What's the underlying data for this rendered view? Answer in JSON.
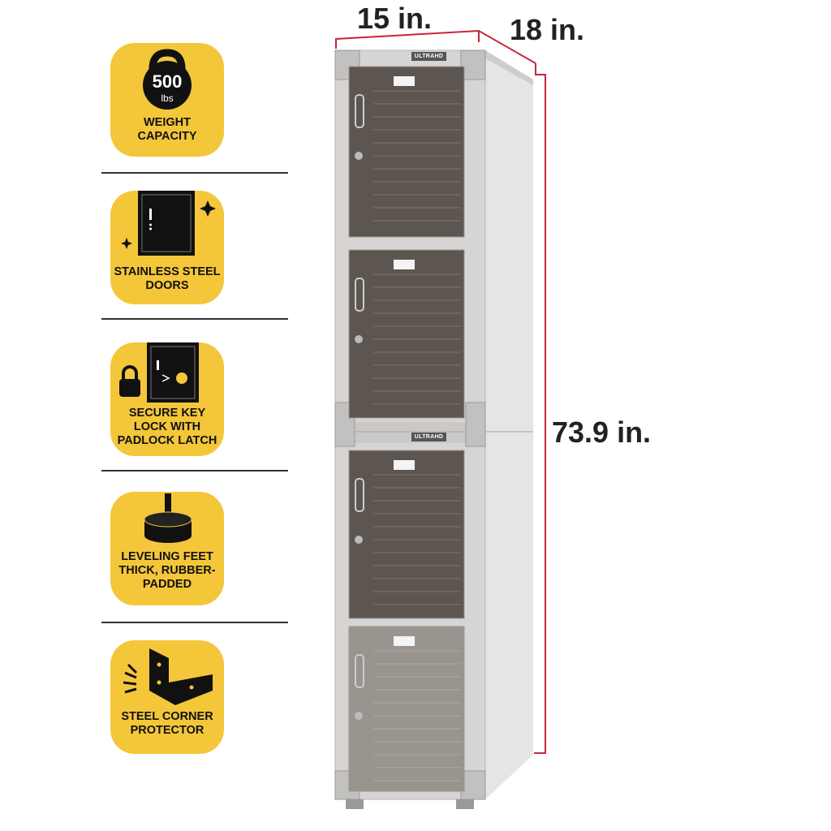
{
  "features": [
    {
      "icon": "kettlebell-icon",
      "weight_value": "500",
      "weight_unit": "lbs",
      "label_line1": "WEIGHT",
      "label_line2": "CAPACITY"
    },
    {
      "icon": "door-icon",
      "label_line1": "STAINLESS STEEL",
      "label_line2": "DOORS"
    },
    {
      "icon": "padlock-icon",
      "label_line1": "SECURE KEY",
      "label_line2": "LOCK WITH",
      "label_line3": "PADLOCK LATCH"
    },
    {
      "icon": "leveling-foot-icon",
      "label_line1": "LEVELING FEET",
      "label_line2": "THICK, RUBBER-",
      "label_line3": "PADDED"
    },
    {
      "icon": "corner-bracket-icon",
      "label_line1": "STEEL CORNER",
      "label_line2": "PROTECTOR"
    }
  ],
  "dimensions": {
    "width": "15 in.",
    "depth": "18 in.",
    "height": "73.9 in."
  },
  "brand": "ULTRAHD",
  "colors": {
    "badge": "#f4c63a",
    "dimension_line": "#c8253f",
    "door": "#5d5650",
    "frame": "#d6d4d2"
  }
}
